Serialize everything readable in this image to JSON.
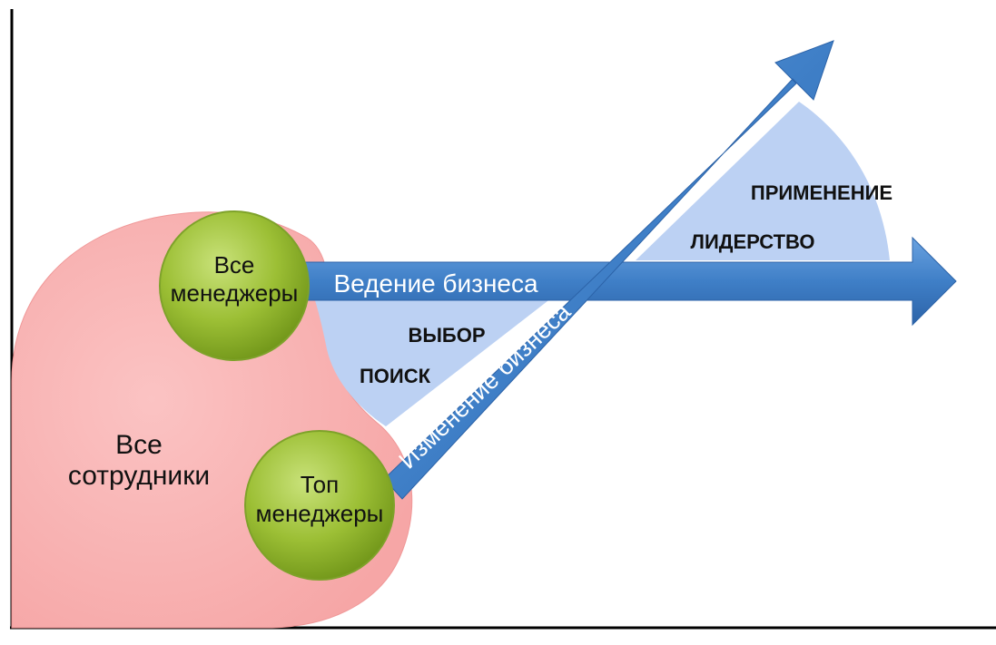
{
  "diagram": {
    "employees_area": {
      "line1": "Все",
      "line2": "сотрудники"
    },
    "all_managers": {
      "line1": "Все",
      "line2": "менеджеры"
    },
    "top_managers": {
      "line1": "Топ",
      "line2": "менеджеры"
    },
    "business_operation_arrow": {
      "label": "Ведение бизнеса"
    },
    "business_change_arrow": {
      "label": "Изменение бизнеса"
    },
    "stages": {
      "search": "ПОИСК",
      "choice": "ВЫБОР",
      "leadership": "ЛИДЕРСТВО",
      "application": "ПРИМЕНЕНИЕ"
    },
    "colors": {
      "employees_fill": "#f9b1b1",
      "circle_green": "#9cbf35",
      "arrow_blue": "#3f7fc7",
      "wedge_blue": "#bcd1f3"
    }
  }
}
